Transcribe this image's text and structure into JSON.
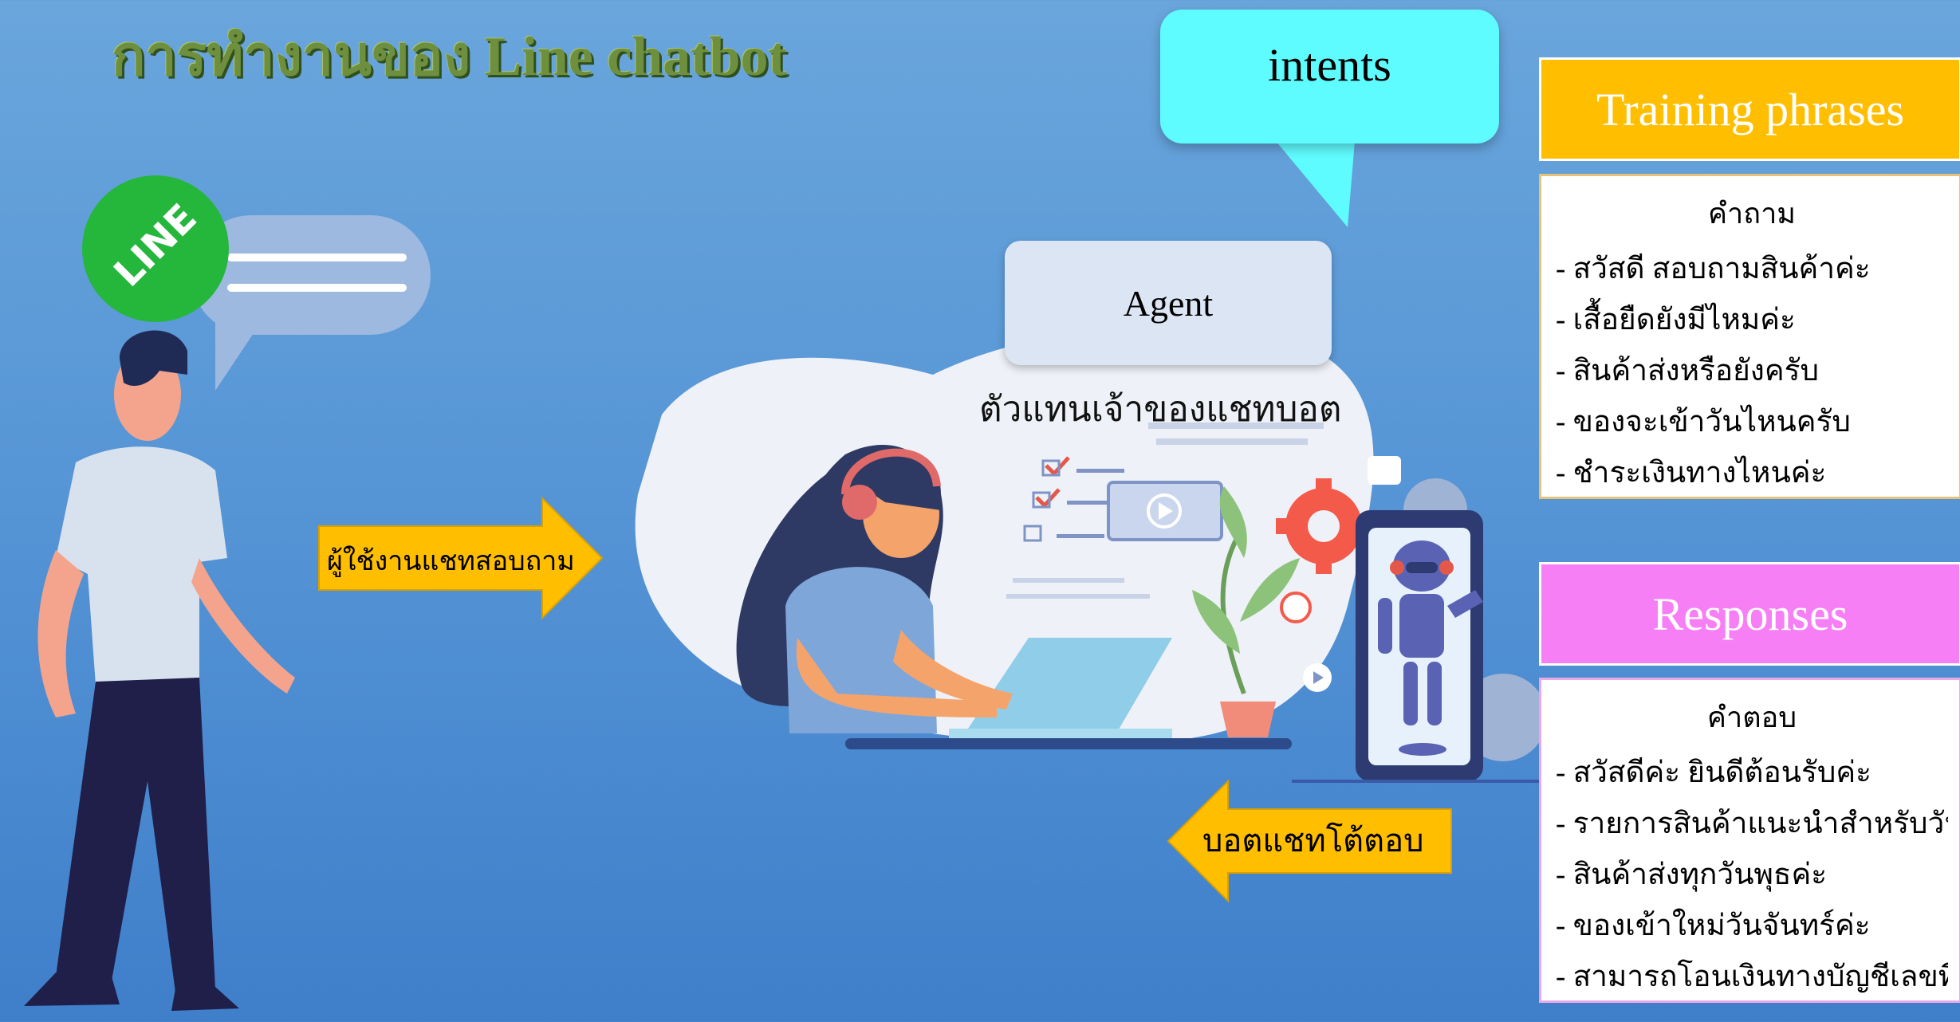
{
  "title": "การทำงานของ Line chatbot",
  "intents_label": "intents",
  "agent": {
    "label": "Agent",
    "subtitle": "ตัวแทนเจ้าของแชทบอต"
  },
  "line_logo_text": "LINE",
  "arrows": {
    "user_to_agent": "ผู้ใช้งานแชทสอบถาม",
    "bot_to_user": "บอตแชทโต้ตอบ"
  },
  "training_phrases": {
    "header": "Training phrases",
    "list_title": "คำถาม",
    "items": [
      "- สวัสดี สอบถามสินค้าค่ะ",
      "- เสื้อยืดยังมีไหมค่ะ",
      "- สินค้าส่งหรือยังครับ",
      "- ของจะเข้าวันไหนครับ",
      "- ชำระเงินทางไหนค่ะ"
    ]
  },
  "responses": {
    "header": "Responses",
    "list_title": "คำตอบ",
    "items": [
      "- สวัสดีค่ะ ยินดีต้อนรับค่ะ",
      "- รายการสินค้าแนะนำสำหรับวันนี้",
      "- สินค้าส่งทุกวันพุธค่ะ",
      "- ของเข้าใหม่วันจันทร์ค่ะ",
      "- สามารถโอนเงินทางบัญชีเลขที่ ..."
    ]
  },
  "colors": {
    "background": "#5796d6",
    "intents_bubble": "#5ffcff",
    "training_header": "#ffbe00",
    "responses_header": "#f77ff5",
    "arrow": "#ffbe00",
    "line_green": "#25b63c"
  }
}
